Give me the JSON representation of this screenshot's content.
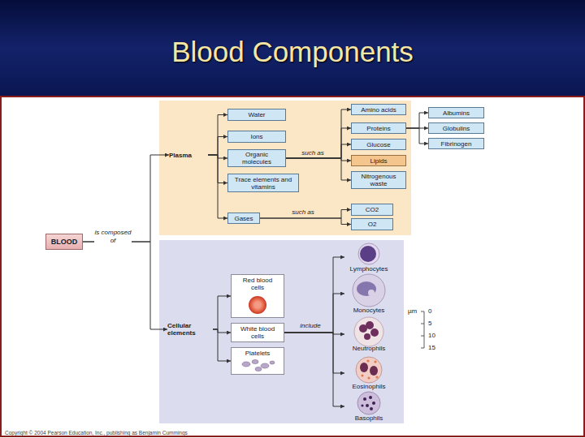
{
  "diagram": {
    "title": "Blood Components",
    "nodes": [
      {
        "text": [
          "BLOOD"
        ]
      },
      {
        "text": [
          "Plasma"
        ]
      },
      {
        "text": [
          "Water"
        ]
      },
      {
        "text": [
          "Ions"
        ]
      },
      {
        "text": [
          "Organic molecules"
        ]
      },
      {
        "text": [
          "Trace elements and vitamins"
        ]
      },
      {
        "text": [
          "Gases"
        ]
      },
      {
        "text": [
          "Amino acids"
        ]
      },
      {
        "text": [
          "Proteins"
        ]
      },
      {
        "text": [
          "Glucose"
        ]
      },
      {
        "text": [
          "Lipids"
        ]
      },
      {
        "text": [
          "Nitrogenous waste"
        ]
      },
      {
        "text": [
          "Albumins"
        ]
      },
      {
        "text": [
          "Globulins"
        ]
      },
      {
        "text": [
          "Fibrinogen"
        ]
      },
      {
        "text": [
          "CO2"
        ]
      },
      {
        "text": [
          "O2"
        ]
      },
      {
        "text": [
          "Cellular elements"
        ]
      },
      {
        "text": [
          "Red blood cells"
        ]
      },
      {
        "text": [
          "White blood cells"
        ]
      },
      {
        "text": [
          "Platelets"
        ]
      },
      {
        "text": [
          "Lymphocytes"
        ]
      },
      {
        "text": [
          "Monocytes"
        ]
      },
      {
        "text": [
          "Neutrophils"
        ]
      },
      {
        "text": [
          "Eosinophils"
        ]
      },
      {
        "text": [
          "Basophils"
        ]
      }
    ],
    "edges": [
      {
        "from": 0,
        "to": 1,
        "arrow": "to"
      },
      {
        "from": 0,
        "to": 17,
        "arrow": "to"
      },
      {
        "from": 1,
        "to": 2,
        "arrow": "to"
      },
      {
        "from": 1,
        "to": 3,
        "arrow": "to"
      },
      {
        "from": 1,
        "to": 4,
        "arrow": "to"
      },
      {
        "from": 1,
        "to": 5,
        "arrow": "to"
      },
      {
        "from": 1,
        "to": 6,
        "arrow": "to"
      },
      {
        "from": 4,
        "to": 7,
        "arrow": "to"
      },
      {
        "from": 4,
        "to": 8,
        "arrow": "to"
      },
      {
        "from": 4,
        "to": 9,
        "arrow": "to"
      },
      {
        "from": 4,
        "to": 10,
        "arrow": "to"
      },
      {
        "from": 4,
        "to": 11,
        "arrow": "to"
      },
      {
        "from": 8,
        "to": 12,
        "arrow": "to"
      },
      {
        "from": 8,
        "to": 13,
        "arrow": "to"
      },
      {
        "from": 8,
        "to": 14,
        "arrow": "to"
      },
      {
        "from": 6,
        "to": 15,
        "arrow": "to"
      },
      {
        "from": 6,
        "to": 16,
        "arrow": "to"
      },
      {
        "from": 17,
        "to": 18,
        "arrow": "to"
      },
      {
        "from": 17,
        "to": 19,
        "arrow": "to"
      },
      {
        "from": 17,
        "to": 20,
        "arrow": "to"
      },
      {
        "from": 19,
        "to": 21,
        "arrow": "to"
      },
      {
        "from": 19,
        "to": 22,
        "arrow": "to"
      },
      {
        "from": 19,
        "to": 23,
        "arrow": "to"
      },
      {
        "from": 19,
        "to": 24,
        "arrow": "to"
      },
      {
        "from": 19,
        "to": 25,
        "arrow": "to"
      }
    ],
    "labels": [
      "is composed of",
      "such as",
      "such as",
      "include",
      "µm",
      "0",
      "5",
      "10",
      "15",
      "Copyright © 2004 Pearson Education, Inc., publishing as Benjamin Cummings"
    ]
  }
}
